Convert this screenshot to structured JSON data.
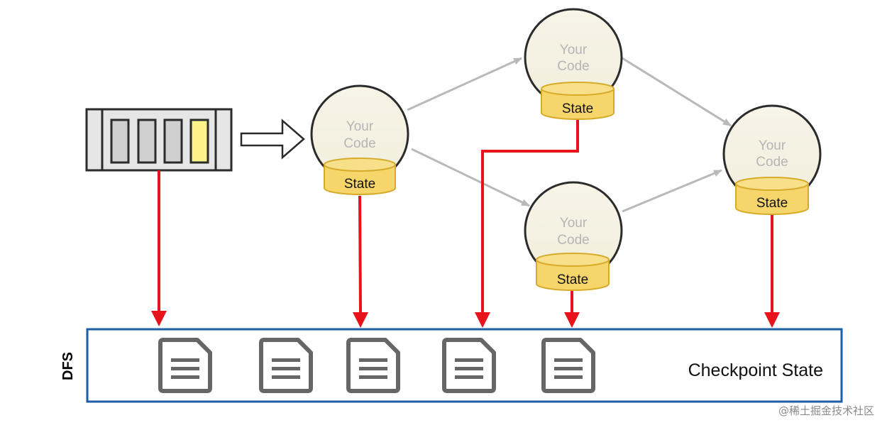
{
  "operators": [
    {
      "id": "op1",
      "code_line1": "Your",
      "code_line2": "Code",
      "state_label": "State"
    },
    {
      "id": "op2",
      "code_line1": "Your",
      "code_line2": "Code",
      "state_label": "State"
    },
    {
      "id": "op3",
      "code_line1": "Your",
      "code_line2": "Code",
      "state_label": "State"
    },
    {
      "id": "op4",
      "code_line1": "Your",
      "code_line2": "Code",
      "state_label": "State"
    }
  ],
  "storage": {
    "side_label": "DFS",
    "title": "Checkpoint State"
  },
  "watermark": "@稀土掘金技术社区",
  "colors": {
    "checkpoint_arrow": "#e8121b",
    "dataflow_arrow": "#b9b9b9",
    "storage_border": "#1c5ea8",
    "state_fill": "#f6d56a",
    "queue_highlight": "#fbf38a"
  }
}
